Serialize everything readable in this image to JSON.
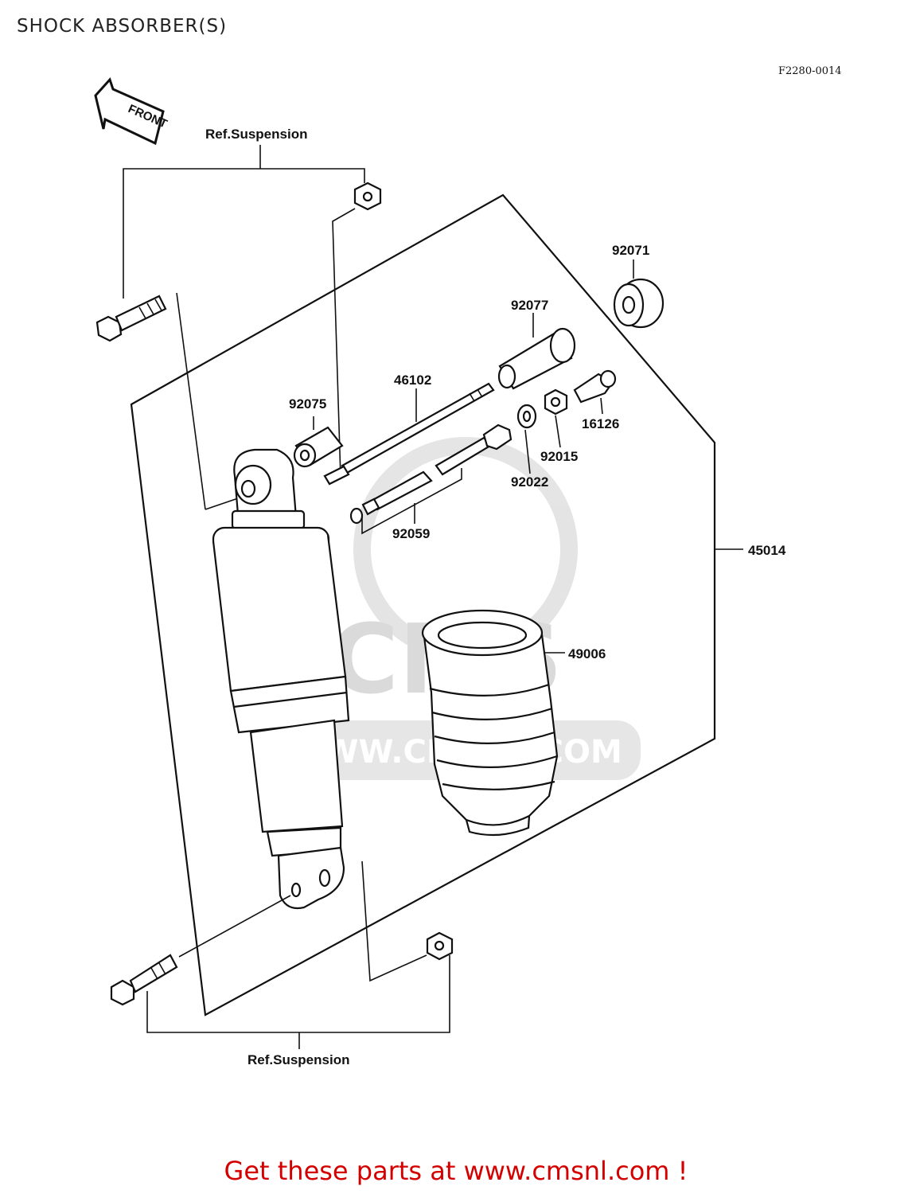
{
  "title": "SHOCK ABSORBER(S)",
  "diagram_code": "F2280-0014",
  "front_arrow_label": "FRONT",
  "ref_top": "Ref.Suspension",
  "ref_bottom": "Ref.Suspension",
  "watermark": "WWW.CMSNL.COM",
  "watermark_logo": "CMS",
  "parts": {
    "p92071": "92071",
    "p92077": "92077",
    "p46102": "46102",
    "p92075": "92075",
    "p16126": "16126",
    "p92015": "92015",
    "p92022": "92022",
    "p92059": "92059",
    "p45014": "45014",
    "p49006": "49006"
  },
  "footer": "Get these parts at www.cmsnl.com !"
}
